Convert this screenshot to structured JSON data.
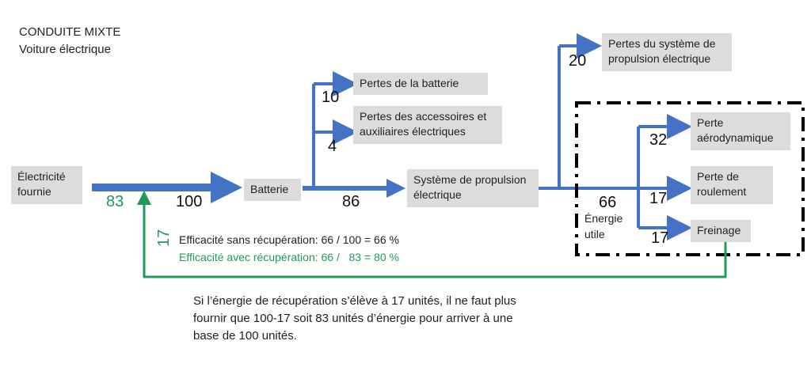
{
  "header": {
    "line1": "CONDUITE MIXTE",
    "line2": "Voiture électrique"
  },
  "boxes": {
    "electricite": "Électricité fournie",
    "batterie": "Batterie",
    "systeme": "Système de propulsion électrique",
    "pertes_batterie": "Pertes de la batterie",
    "pertes_accessoires": "Pertes des accessoires et auxiliaires électriques",
    "pertes_systeme": "Pertes du système de propulsion électrique",
    "perte_aero": "Perte aérodynamique",
    "perte_roulement": "Perte de roulement",
    "freinage": "Freinage"
  },
  "values": {
    "fournie": "83",
    "entree": "100",
    "apres_batterie": "86",
    "pertes_batterie": "10",
    "pertes_accessoires": "4",
    "pertes_systeme": "20",
    "energie_utile": "66",
    "perte_aero": "32",
    "perte_roulement": "17",
    "freinage": "17",
    "recuperation": "17"
  },
  "labels": {
    "energie_utile": "Énergie utile"
  },
  "efficiency": {
    "sans": "Efficacité sans récupération: 66 / 100 = 66 %",
    "avec": "Efficacité avec récupération: 66 /   83 = 80 %"
  },
  "note": "Si l’énergie de récupération s’élève à 17 unités, il ne faut plus fournir que 100-17 soit 83 unités d’énergie pour arriver à une base de 100 unités.",
  "colors": {
    "flow": "#4472c4",
    "recovery": "#1f9a5a",
    "box": "#dcdcdc"
  }
}
